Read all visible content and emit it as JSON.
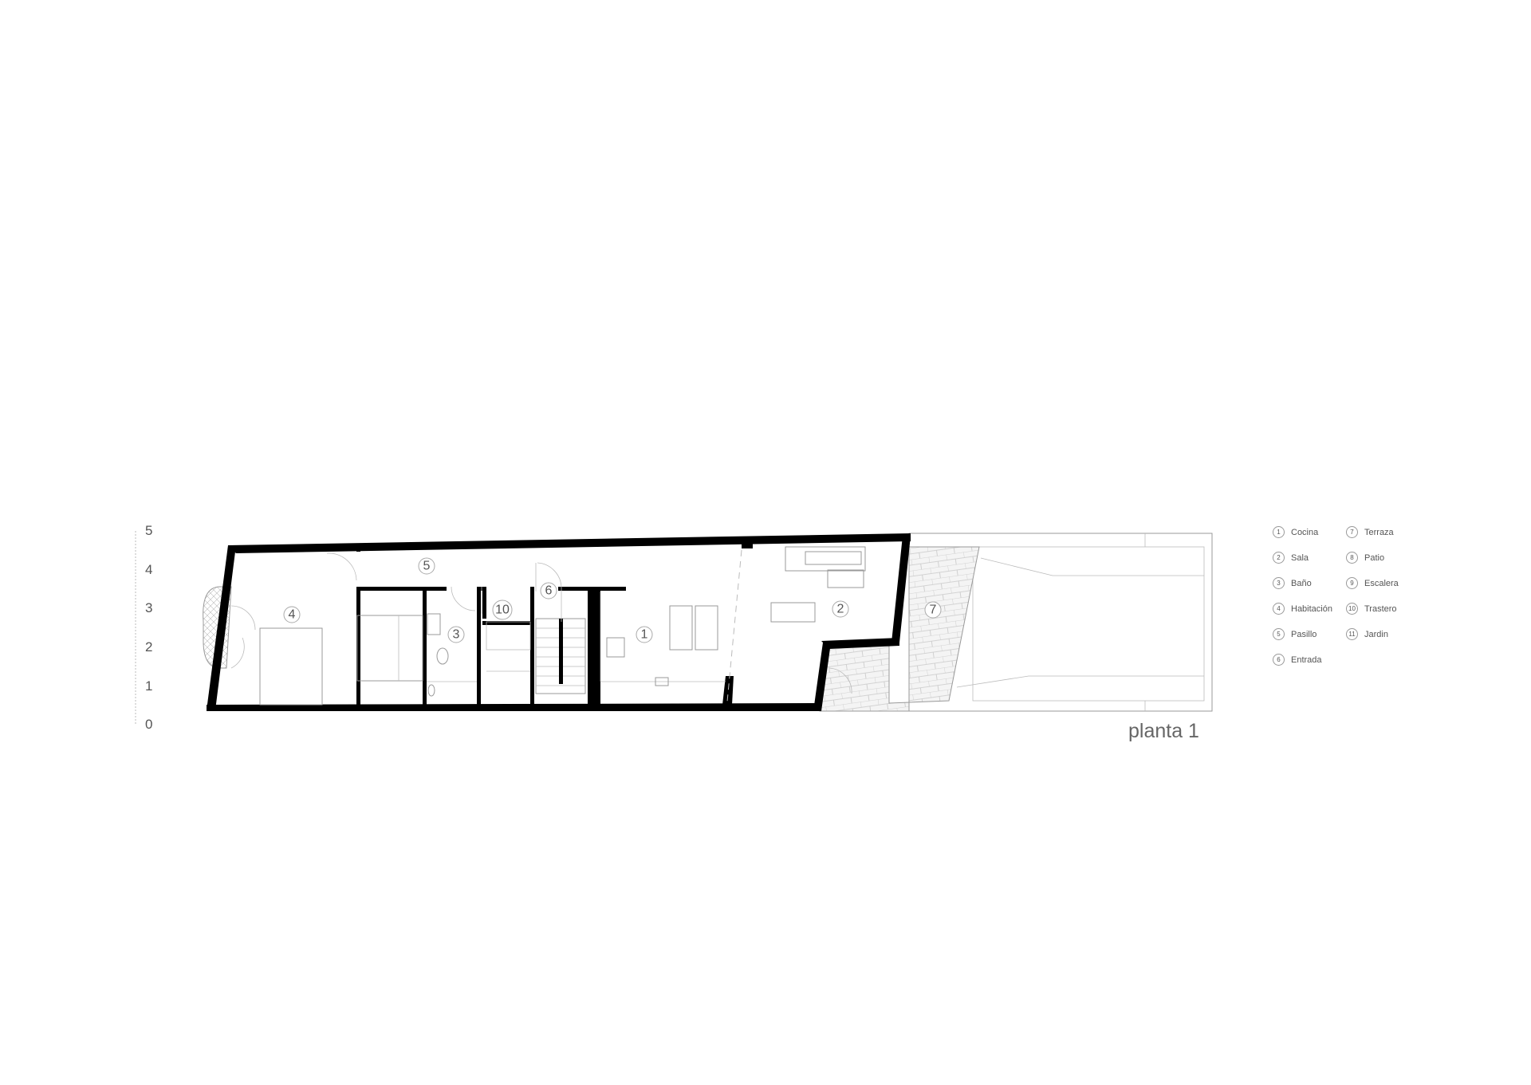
{
  "scale": {
    "ticks": [
      "0",
      "1",
      "2",
      "3",
      "4",
      "5"
    ]
  },
  "rooms": [
    {
      "num": "1"
    },
    {
      "num": "2"
    },
    {
      "num": "3"
    },
    {
      "num": "4"
    },
    {
      "num": "5"
    },
    {
      "num": "6"
    },
    {
      "num": "7"
    },
    {
      "num": "10"
    }
  ],
  "legend": [
    {
      "num": "1",
      "label": "Cocina"
    },
    {
      "num": "2",
      "label": "Sala"
    },
    {
      "num": "3",
      "label": "Baño"
    },
    {
      "num": "4",
      "label": "Habitación"
    },
    {
      "num": "5",
      "label": "Pasillo"
    },
    {
      "num": "6",
      "label": "Entrada"
    },
    {
      "num": "7",
      "label": "Terraza"
    },
    {
      "num": "8",
      "label": "Patio"
    },
    {
      "num": "9",
      "label": "Escalera"
    },
    {
      "num": "10",
      "label": "Trastero"
    },
    {
      "num": "11",
      "label": "Jardin"
    }
  ],
  "plan_title": "planta 1"
}
